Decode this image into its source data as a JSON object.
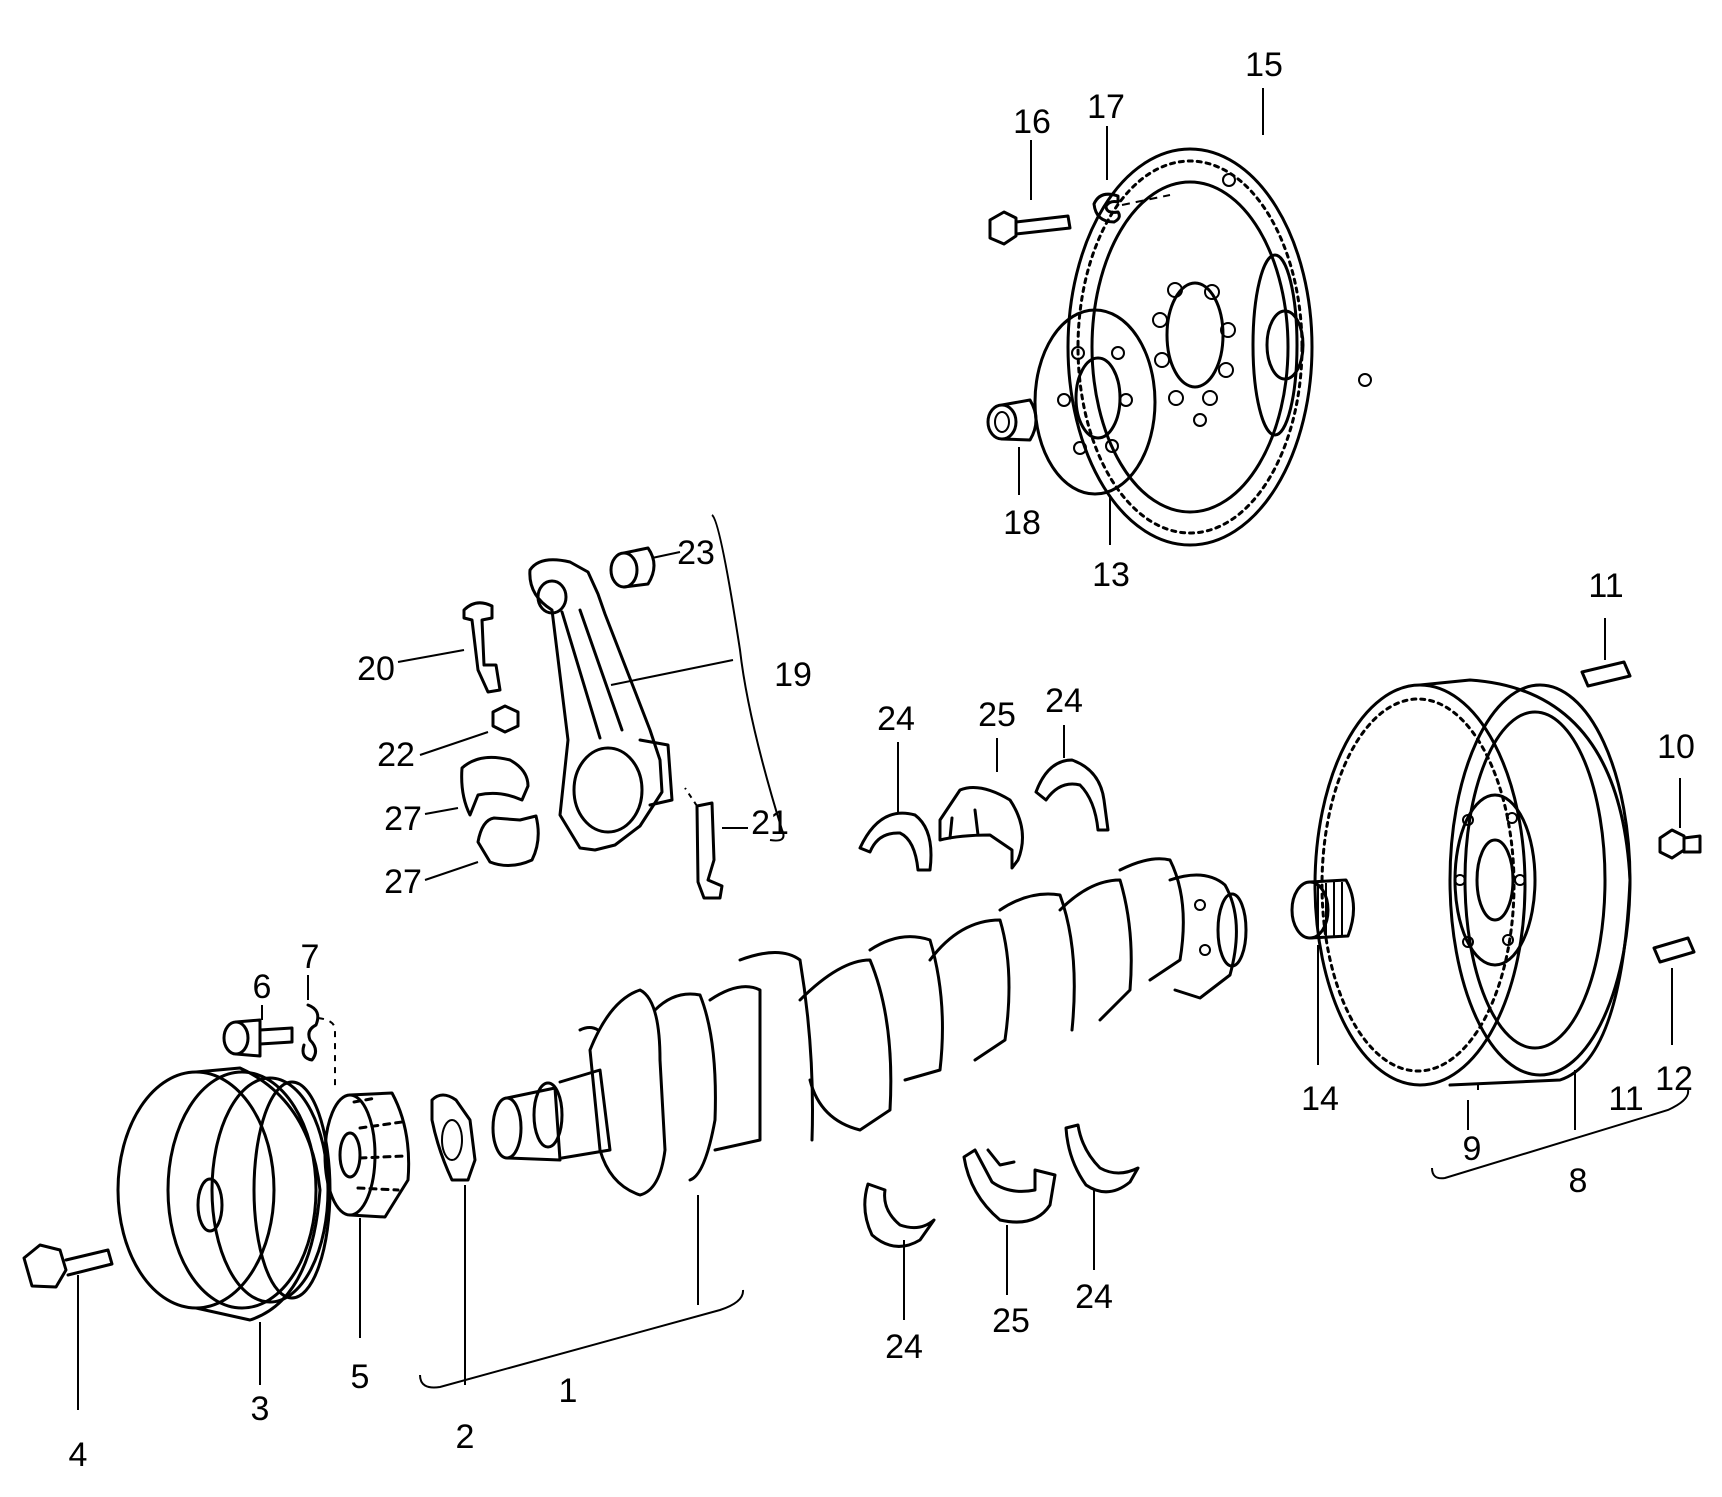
{
  "callouts": {
    "c1": "1",
    "c2": "2",
    "c3": "3",
    "c4": "4",
    "c5": "5",
    "c6": "6",
    "c7": "7",
    "c8": "8",
    "c9": "9",
    "c10": "10",
    "c11a": "11",
    "c11b": "11",
    "c12": "12",
    "c13": "13",
    "c14": "14",
    "c15": "15",
    "c16": "16",
    "c17": "17",
    "c18": "18",
    "c19": "19",
    "c20": "20",
    "c21": "21",
    "c22": "22",
    "c23": "23",
    "c24a": "24",
    "c24b": "24",
    "c24c": "24",
    "c24d": "24",
    "c25a": "25",
    "c25b": "25",
    "c27a": "27",
    "c27b": "27"
  }
}
